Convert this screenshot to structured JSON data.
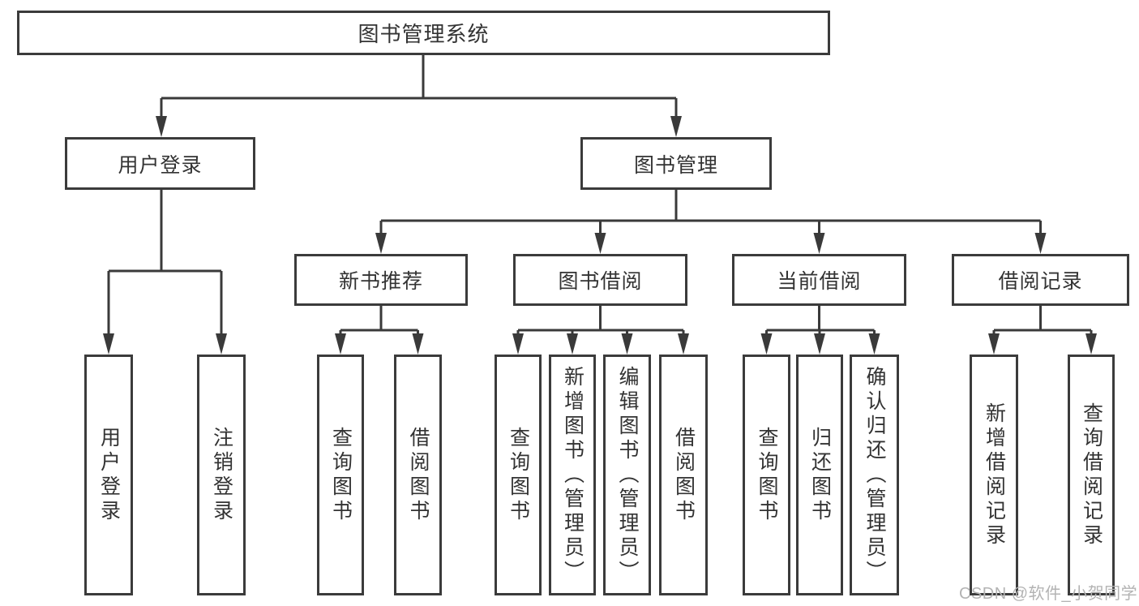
{
  "diagram": {
    "root": {
      "label": "图书管理系统"
    },
    "level2": [
      {
        "id": "user-login",
        "label": "用户登录"
      },
      {
        "id": "book-management",
        "label": "图书管理"
      }
    ],
    "level3": [
      {
        "id": "new-book-recommendation",
        "label": "新书推荐",
        "parent": "图书管理"
      },
      {
        "id": "book-borrowing",
        "label": "图书借阅",
        "parent": "图书管理"
      },
      {
        "id": "current-borrowing",
        "label": "当前借阅",
        "parent": "图书管理"
      },
      {
        "id": "borrowing-records",
        "label": "借阅记录",
        "parent": "图书管理"
      }
    ],
    "leaves": [
      {
        "label": "用户登录",
        "parent": "用户登录"
      },
      {
        "label": "注销登录",
        "parent": "用户登录"
      },
      {
        "label": "查询图书",
        "parent": "新书推荐"
      },
      {
        "label": "借阅图书",
        "parent": "新书推荐"
      },
      {
        "label": "查询图书",
        "parent": "图书借阅"
      },
      {
        "label": "新增图书（管理员）",
        "parent": "图书借阅"
      },
      {
        "label": "编辑图书（管理员）",
        "parent": "图书借阅"
      },
      {
        "label": "借阅图书",
        "parent": "图书借阅"
      },
      {
        "label": "查询图书",
        "parent": "当前借阅"
      },
      {
        "label": "归还图书",
        "parent": "当前借阅"
      },
      {
        "label": "确认归还（管理员）",
        "parent": "当前借阅"
      },
      {
        "label": "新增借阅记录",
        "parent": "借阅记录"
      },
      {
        "label": "查询借阅记录",
        "parent": "借阅记录"
      }
    ],
    "colors": {
      "line": "#3a3a3a",
      "border": "#3b3b3b",
      "text": "#333333",
      "watermark": "#b3b3b3",
      "background": "#ffffff"
    },
    "watermark": "CSDN @软件_小贺同学"
  }
}
